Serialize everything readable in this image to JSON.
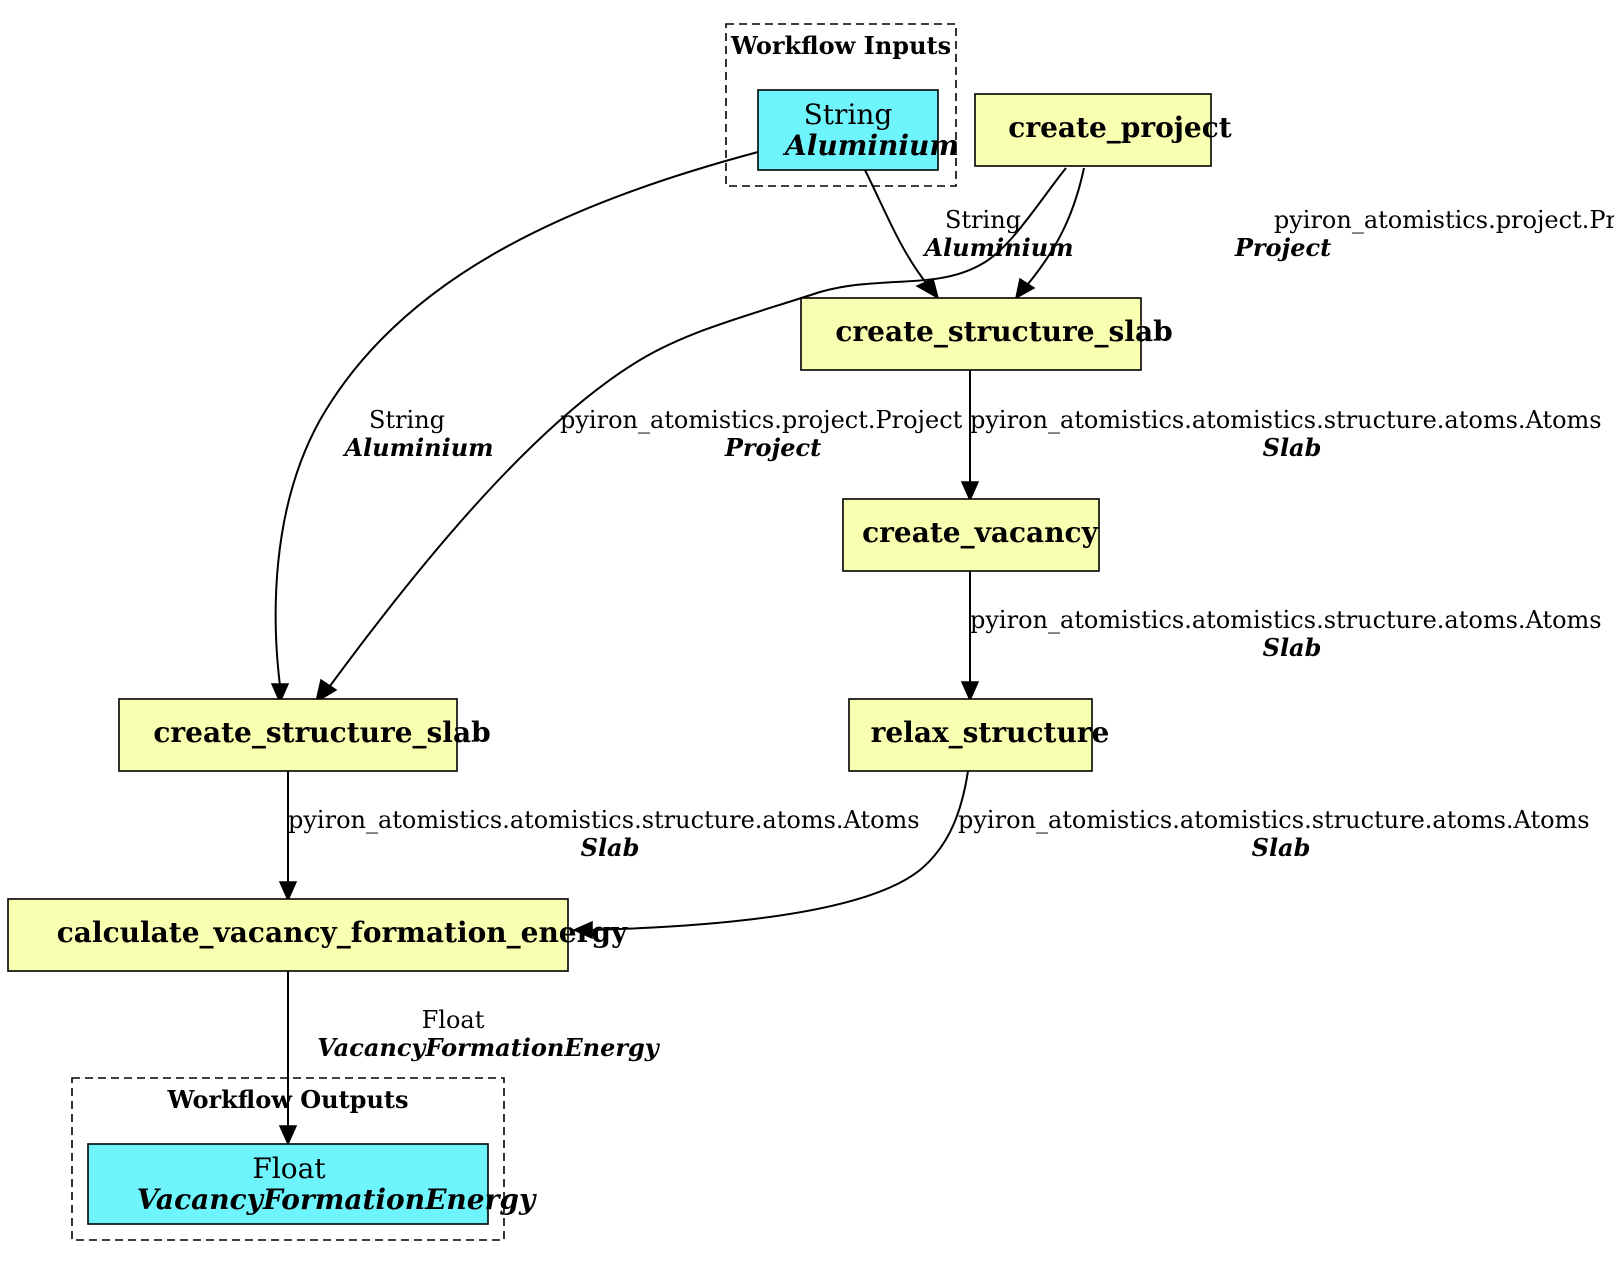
{
  "clusters": {
    "inputs": {
      "title": "Workflow Inputs"
    },
    "outputs": {
      "title": "Workflow Outputs"
    }
  },
  "nodes": {
    "input_string": {
      "type": "String",
      "name": "Aluminium"
    },
    "create_project": {
      "label": "create_project"
    },
    "create_structure_slab_top": {
      "label": "create_structure_slab"
    },
    "create_vacancy": {
      "label": "create_vacancy"
    },
    "relax_structure": {
      "label": "relax_structure"
    },
    "create_structure_slab_left": {
      "label": "create_structure_slab"
    },
    "calc_energy": {
      "label": "calculate_vacancy_formation_energy"
    },
    "output_float": {
      "type": "Float",
      "name": "VacancyFormationEnergy"
    }
  },
  "edges": {
    "e1": {
      "type": "String",
      "name": "Aluminium"
    },
    "e2": {
      "type": "pyiron_atomistics.project.Project",
      "name": "Project"
    },
    "e3": {
      "type": "String",
      "name": "Aluminium"
    },
    "e4": {
      "type": "pyiron_atomistics.project.Project",
      "name": "Project"
    },
    "e5": {
      "type": "pyiron_atomistics.atomistics.structure.atoms.Atoms",
      "name": "Slab"
    },
    "e6": {
      "type": "pyiron_atomistics.atomistics.structure.atoms.Atoms",
      "name": "Slab"
    },
    "e7": {
      "type": "pyiron_atomistics.atomistics.structure.atoms.Atoms",
      "name": "Slab"
    },
    "e8": {
      "type": "pyiron_atomistics.atomistics.structure.atoms.Atoms",
      "name": "Slab"
    },
    "e9": {
      "type": "Float",
      "name": "VacancyFormationEnergy"
    }
  },
  "colors": {
    "function_node": "#f8ffb0",
    "io_node": "#6ef4fd",
    "edge": "#000000"
  }
}
